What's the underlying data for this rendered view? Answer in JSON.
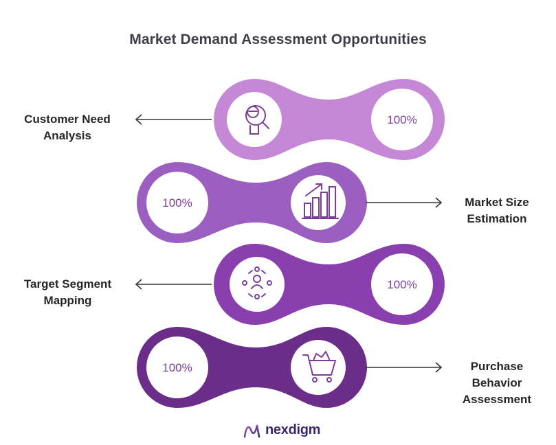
{
  "title": "Market Demand Assessment Opportunities",
  "rows": [
    {
      "label": "Customer Need\nAnalysis",
      "value": "100%",
      "icon": "customer-search-icon",
      "side": "left"
    },
    {
      "label": "Market Size\nEstimation",
      "value": "100%",
      "icon": "growth-chart-icon",
      "side": "right"
    },
    {
      "label": "Target Segment\nMapping",
      "value": "100%",
      "icon": "segment-network-icon",
      "side": "left"
    },
    {
      "label": "Purchase\nBehavior\nAssessment",
      "value": "100%",
      "icon": "shopping-cart-icon",
      "side": "right"
    }
  ],
  "colors": {
    "row1": "#c488d6",
    "row2": "#9b5fc2",
    "row3": "#8a3fae",
    "row4": "#6b2d8a",
    "text_value": "#7a3e9a",
    "arrow": "#333333"
  },
  "brand": {
    "name": "nexdigm"
  }
}
